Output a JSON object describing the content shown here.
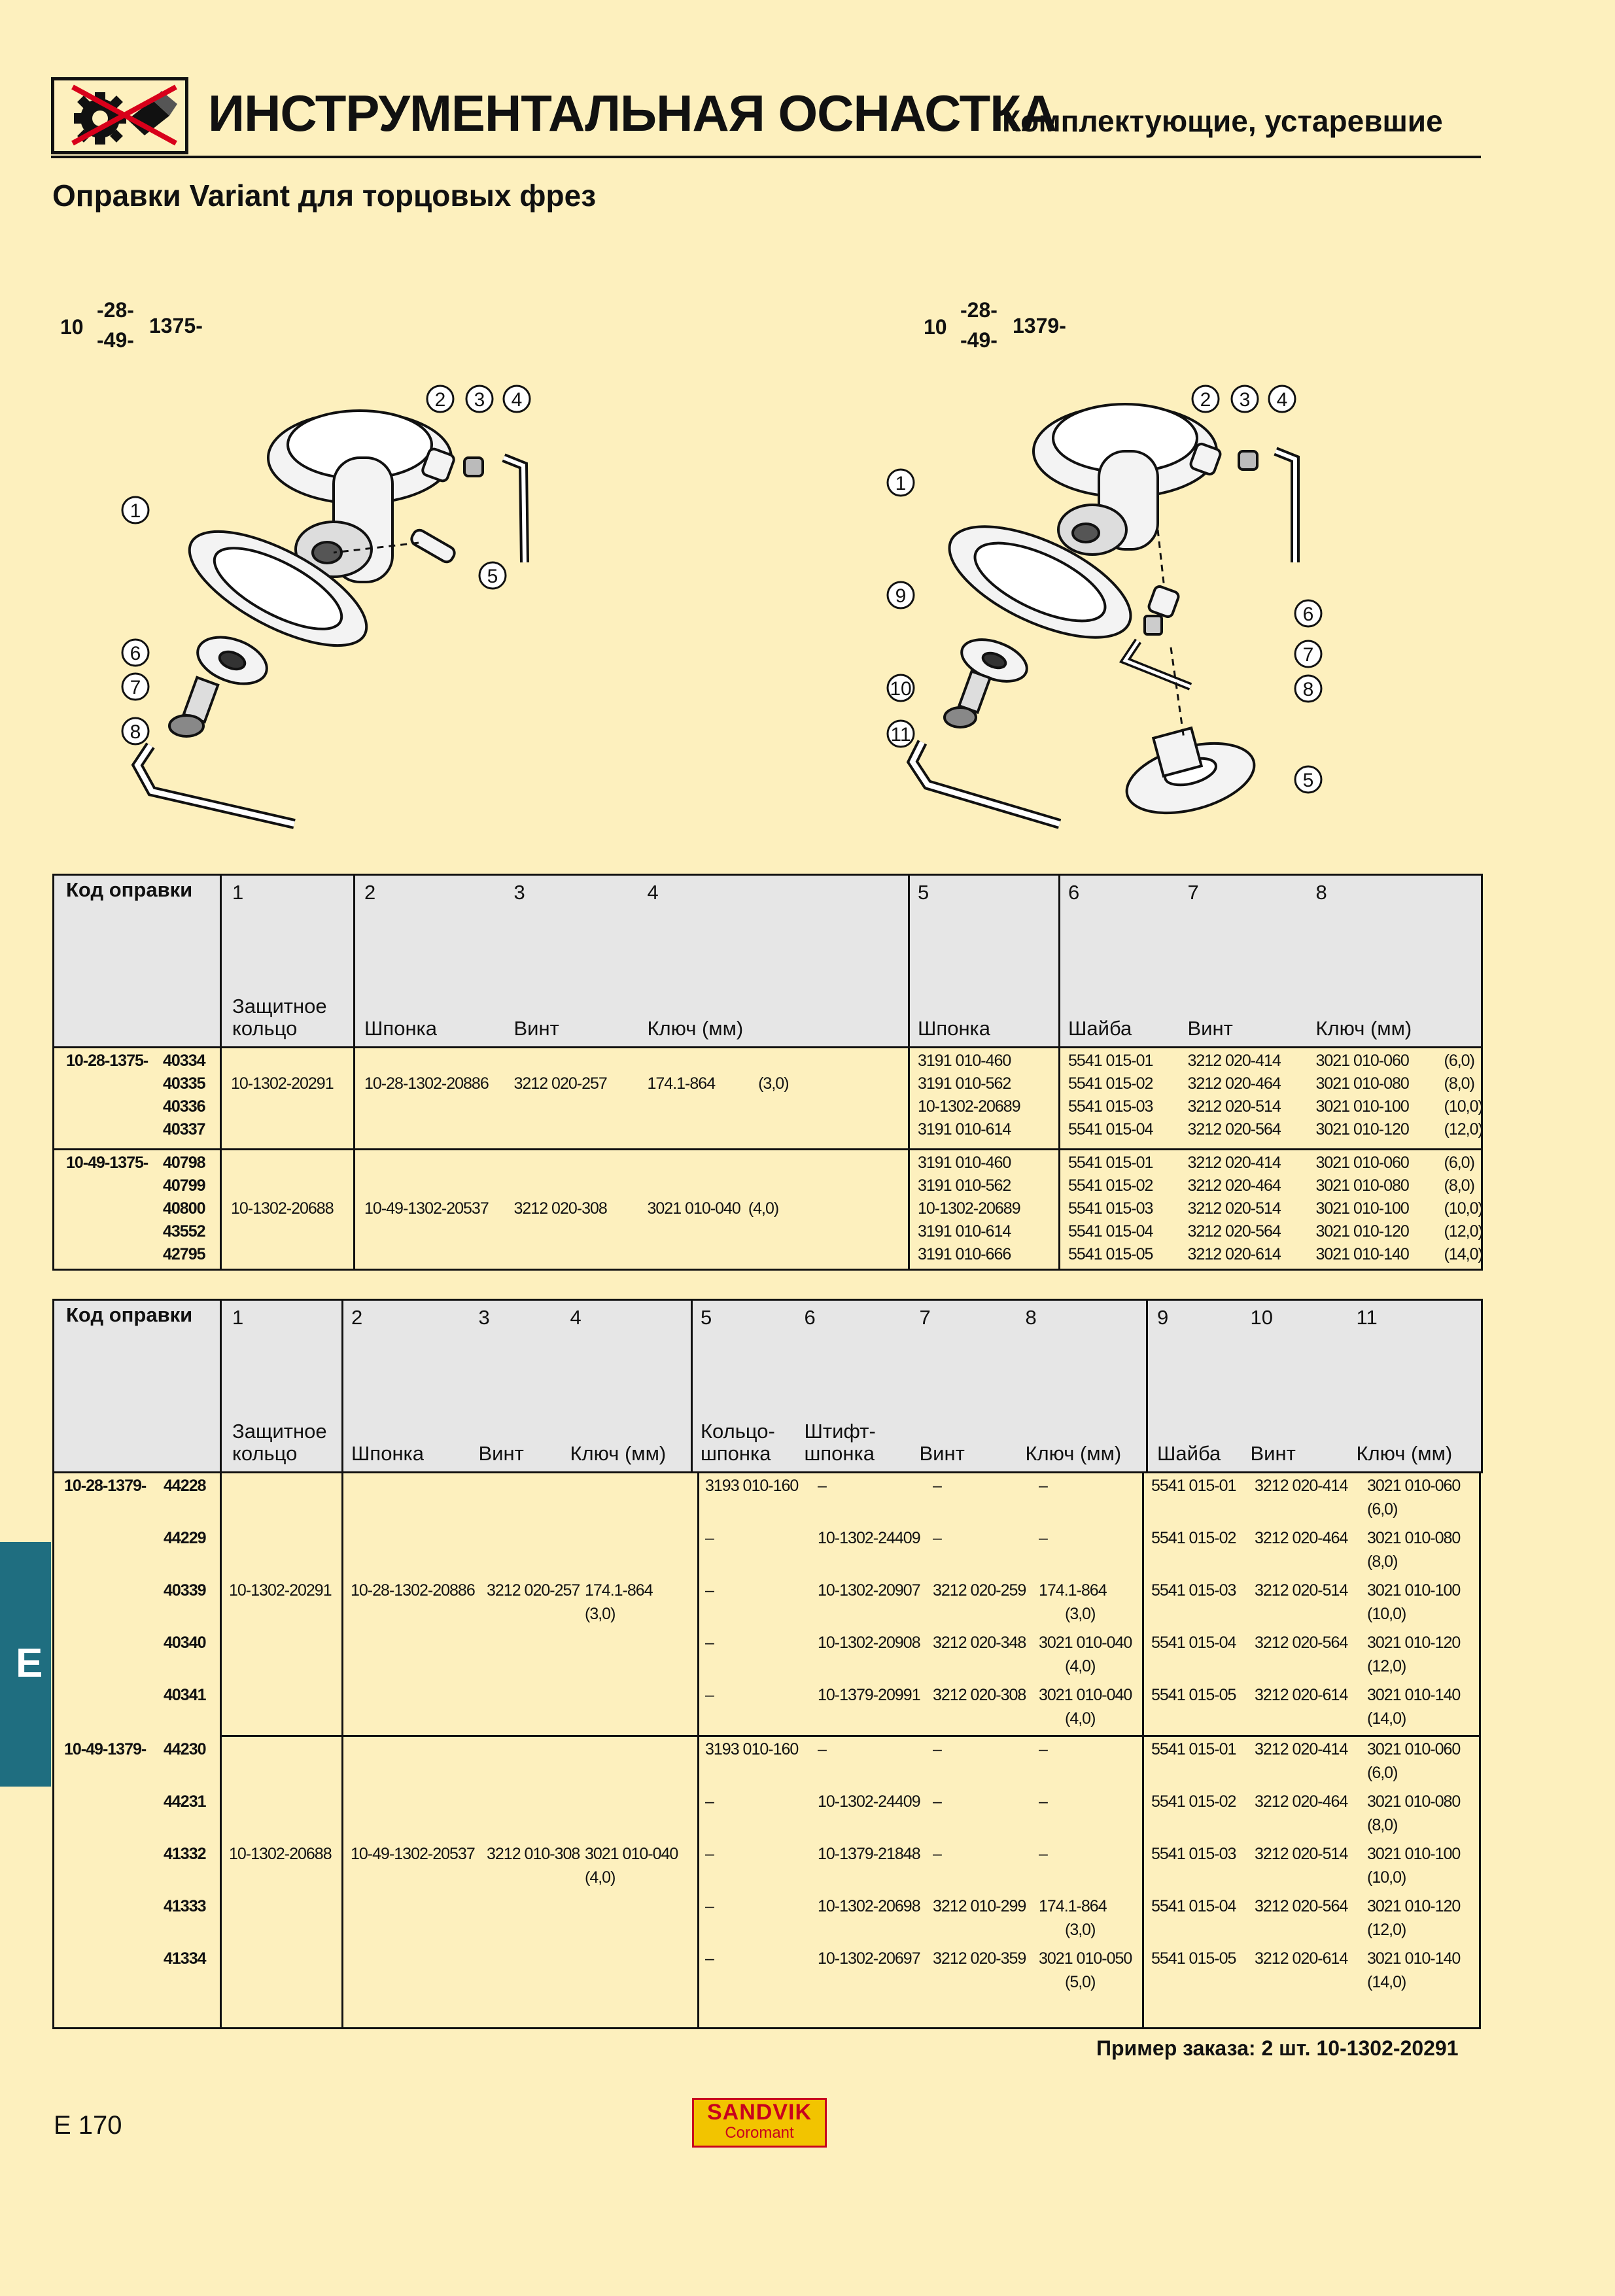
{
  "header": {
    "main_title": "ИНСТРУМЕНТАЛЬНАЯ ОСНАСТКА",
    "sub_title": "Комплектующие, устаревшие",
    "logo_icon": "obsolete-tooling-crossed-icon"
  },
  "section_title": "Оправки Variant для торцовых фрез",
  "figures": [
    {
      "prefix": "10",
      "sup": "-28-",
      "sub": "-49-",
      "suffix": "1375-",
      "callouts": [
        "1",
        "2",
        "3",
        "4",
        "5",
        "6",
        "7",
        "8"
      ]
    },
    {
      "prefix": "10",
      "sup": "-28-",
      "sub": "-49-",
      "suffix": "1379-",
      "callouts": [
        "1",
        "2",
        "3",
        "4",
        "5",
        "6",
        "7",
        "8",
        "9",
        "10",
        "11"
      ]
    }
  ],
  "table1": {
    "code_header": "Код оправки",
    "col_numbers": [
      "1",
      "2",
      "3",
      "4",
      "5",
      "6",
      "7",
      "8"
    ],
    "col_names": [
      "Защитное кольцо",
      "Шпонка",
      "Винт",
      "Ключ (мм)",
      "Шпонка",
      "Шайба",
      "Винт",
      "Ключ (мм)"
    ],
    "groups": [
      {
        "code": "10-28-1375-",
        "ids": [
          "40334",
          "40335",
          "40336",
          "40337"
        ],
        "c1": "10-1302-20291",
        "c2": "10-28-1302-20886",
        "c3": "3212 020-257",
        "c4": "174.1-864",
        "c4mm": "(3,0)",
        "c5": [
          "3191 010-460",
          "3191 010-562",
          "10-1302-20689",
          "3191 010-614"
        ],
        "c6": [
          "5541 015-01",
          "5541 015-02",
          "5541 015-03",
          "5541 015-04"
        ],
        "c7": [
          "3212 020-414",
          "3212 020-464",
          "3212 020-514",
          "3212 020-564"
        ],
        "c8": [
          "3021 010-060",
          "3021 010-080",
          "3021 010-100",
          "3021 010-120"
        ],
        "c8mm": [
          "(6,0)",
          "(8,0)",
          "(10,0)",
          "(12,0)"
        ]
      },
      {
        "code": "10-49-1375-",
        "ids": [
          "40798",
          "40799",
          "40800",
          "43552",
          "42795"
        ],
        "c1": "10-1302-20688",
        "c2": "10-49-1302-20537",
        "c3": "3212 020-308",
        "c4": "3021 010-040",
        "c4mm": "(4,0)",
        "c5": [
          "3191 010-460",
          "3191 010-562",
          "10-1302-20689",
          "3191 010-614",
          "3191 010-666"
        ],
        "c6": [
          "5541 015-01",
          "5541 015-02",
          "5541 015-03",
          "5541 015-04",
          "5541 015-05"
        ],
        "c7": [
          "3212 020-414",
          "3212 020-464",
          "3212 020-514",
          "3212 020-564",
          "3212 020-614"
        ],
        "c8": [
          "3021 010-060",
          "3021 010-080",
          "3021 010-100",
          "3021 010-120",
          "3021 010-140"
        ],
        "c8mm": [
          "(6,0)",
          "(8,0)",
          "(10,0)",
          "(12,0)",
          "(14,0)"
        ]
      }
    ]
  },
  "table2": {
    "code_header": "Код оправки",
    "col_numbers": [
      "1",
      "2",
      "3",
      "4",
      "5",
      "6",
      "7",
      "8",
      "9",
      "10",
      "11"
    ],
    "col_names": [
      "Защитное кольцо",
      "Шпонка",
      "Винт",
      "Ключ (мм)",
      "Кольцо- шпонка",
      "Штифт- шпонка",
      "Винт",
      "Ключ (мм)",
      "Шайба",
      "Винт",
      "Ключ (мм)"
    ],
    "groups": [
      {
        "code": "10-28-1379-",
        "c1": "10-1302-20291",
        "c2": "10-28-1302-20886",
        "c3": "3212 020-257",
        "c4": "174.1-864",
        "c4mm": "(3,0)",
        "rows": [
          {
            "id": "44228",
            "c5": "3193 010-160",
            "c6": "–",
            "c7": "–",
            "c8": "–",
            "c8mm": "",
            "c9": "5541 015-01",
            "c10": "3212 020-414",
            "c11": "3021 010-060",
            "c11mm": "(6,0)"
          },
          {
            "id": "44229",
            "c5": "–",
            "c6": "10-1302-24409",
            "c7": "–",
            "c8": "–",
            "c8mm": "",
            "c9": "5541 015-02",
            "c10": "3212 020-464",
            "c11": "3021 010-080",
            "c11mm": "(8,0)"
          },
          {
            "id": "40339",
            "c5": "–",
            "c6": "10-1302-20907",
            "c7": "3212 020-259",
            "c8": "174.1-864",
            "c8mm": "(3,0)",
            "c9": "5541 015-03",
            "c10": "3212 020-514",
            "c11": "3021 010-100",
            "c11mm": "(10,0)"
          },
          {
            "id": "40340",
            "c5": "–",
            "c6": "10-1302-20908",
            "c7": "3212 020-348",
            "c8": "3021 010-040",
            "c8mm": "(4,0)",
            "c9": "5541 015-04",
            "c10": "3212 020-564",
            "c11": "3021 010-120",
            "c11mm": "(12,0)"
          },
          {
            "id": "40341",
            "c5": "–",
            "c6": "10-1379-20991",
            "c7": "3212 020-308",
            "c8": "3021 010-040",
            "c8mm": "(4,0)",
            "c9": "5541 015-05",
            "c10": "3212 020-614",
            "c11": "3021 010-140",
            "c11mm": "(14,0)"
          }
        ]
      },
      {
        "code": "10-49-1379-",
        "c1": "10-1302-20688",
        "c2": "10-49-1302-20537",
        "c3": "3212 010-308",
        "c4": "3021 010-040",
        "c4mm": "(4,0)",
        "rows": [
          {
            "id": "44230",
            "c5": "3193 010-160",
            "c6": "–",
            "c7": "–",
            "c8": "–",
            "c8mm": "",
            "c9": "5541 015-01",
            "c10": "3212 020-414",
            "c11": "3021 010-060",
            "c11mm": "(6,0)"
          },
          {
            "id": "44231",
            "c5": "–",
            "c6": "10-1302-24409",
            "c7": "–",
            "c8": "–",
            "c8mm": "",
            "c9": "5541 015-02",
            "c10": "3212 020-464",
            "c11": "3021 010-080",
            "c11mm": "(8,0)"
          },
          {
            "id": "41332",
            "c5": "–",
            "c6": "10-1379-21848",
            "c7": "–",
            "c8": "–",
            "c8mm": "",
            "c9": "5541 015-03",
            "c10": "3212 020-514",
            "c11": "3021 010-100",
            "c11mm": "(10,0)"
          },
          {
            "id": "41333",
            "c5": "–",
            "c6": "10-1302-20698",
            "c7": "3212 010-299",
            "c8": "174.1-864",
            "c8mm": "(3,0)",
            "c9": "5541 015-04",
            "c10": "3212 020-564",
            "c11": "3021 010-120",
            "c11mm": "(12,0)"
          },
          {
            "id": "41334",
            "c5": "–",
            "c6": "10-1302-20697",
            "c7": "3212 020-359",
            "c8": "3021 010-050",
            "c8mm": "(5,0)",
            "c9": "5541 015-05",
            "c10": "3212 020-614",
            "c11": "3021 010-140",
            "c11mm": "(14,0)"
          }
        ]
      }
    ]
  },
  "order_example": "Пример заказа: 2 шт. 10-1302-20291",
  "page_number": "E 170",
  "side_tab": "E",
  "brand": {
    "name": "SANDVIK",
    "sub": "Coromant",
    "color_bg": "#f2c400",
    "color_text": "#c8001e"
  }
}
